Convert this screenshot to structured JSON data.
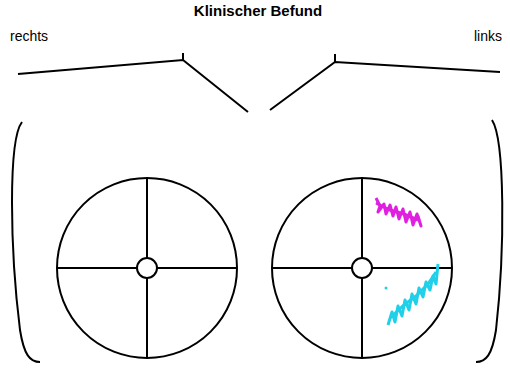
{
  "diagram": {
    "title": "Klinischer Befund",
    "labels": [
      "rechts",
      "links"
    ]
  }
}
